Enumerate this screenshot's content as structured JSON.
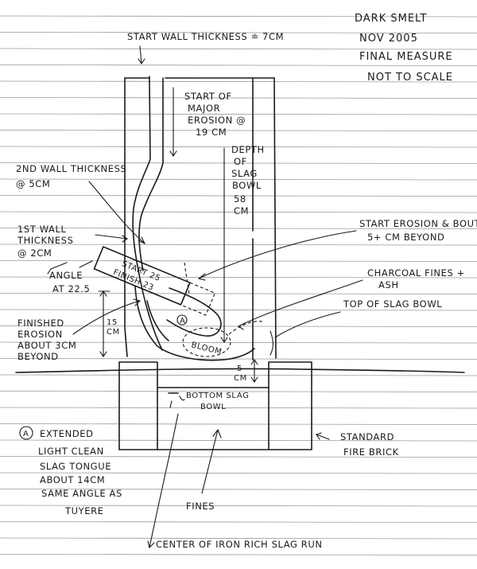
{
  "header": {
    "line1": "DARK SMELT",
    "line2": "NOV 2005",
    "line3": "FINAL MEASURE",
    "line4": "NOT TO SCALE"
  },
  "labels": {
    "start_wall": "START WALL THICKNESS ≐ 7CM",
    "major_erosion_1": "START OF",
    "major_erosion_2": "MAJOR",
    "major_erosion_3": "EROSION @",
    "major_erosion_4": "19 CM",
    "depth_1": "DEPTH",
    "depth_2": "OF",
    "depth_3": "SLAG",
    "depth_4": "BOWL",
    "depth_5": "58",
    "depth_6": "CM",
    "second_wall_1": "2ND WALL THICKNESS",
    "second_wall_2": "@ 5CM",
    "first_wall_1": "1ST WALL",
    "first_wall_2": "THICKNESS",
    "first_wall_3": "@ 2CM",
    "angle_1": "ANGLE",
    "angle_2": "AT 22.5",
    "tuyere_start": "START 25",
    "tuyere_finish": "FINISH 23",
    "finished_erosion_1": "FINISHED",
    "finished_erosion_2": "EROSION",
    "finished_erosion_3": "ABOUT 3CM",
    "finished_erosion_4": "BEYOND",
    "dim_15": "15",
    "dim_15_unit": "CM",
    "dim_5": "5",
    "dim_5_unit": "CM",
    "start_erosion_1": "START EROSION & BOUT",
    "start_erosion_2": "5+ CM BEYOND",
    "charcoal_1": "CHARCOAL FINES +",
    "charcoal_2": "ASH",
    "top_slag": "TOP OF SLAG BOWL",
    "bloom": "BLOOM",
    "marker_a": "A",
    "bottom_slag_1": "BOTTOM SLAG",
    "bottom_slag_2": "BOWL",
    "standard_brick_1": "STANDARD",
    "standard_brick_2": "FIRE BRICK",
    "legend_1": "EXTENDED",
    "legend_2": "LIGHT CLEAN",
    "legend_3": "SLAG TONGUE",
    "legend_4": "ABOUT 14CM",
    "legend_5": "SAME ANGLE AS",
    "legend_6": "TUYERE",
    "fines": "FINES",
    "center_run": "CENTER OF IRON RICH SLAG RUN"
  }
}
